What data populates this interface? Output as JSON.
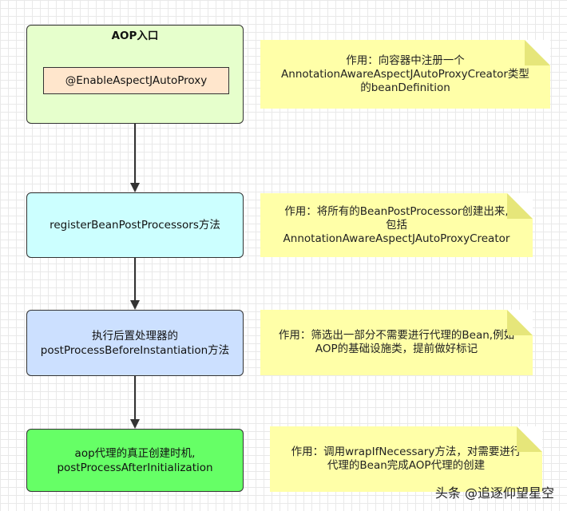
{
  "entry": {
    "title": "AOP入口",
    "annotation": "@EnableAspectJAutoProxy"
  },
  "steps": [
    {
      "lines": [
        "registerBeanPostProcessors方法"
      ],
      "color": "#ccffff"
    },
    {
      "lines": [
        "执行后置处理器的",
        "postProcessBeforeInstantiation方法"
      ],
      "color": "#cce0ff"
    },
    {
      "lines": [
        "aop代理的真正创建时机,",
        "postProcessAfterInitialization"
      ],
      "color": "#66ff66"
    }
  ],
  "notes": [
    {
      "lines": [
        "作用：向容器中注册一个",
        "AnnotationAwareAspectJAutoProxyCreator类型",
        "的beanDefinition"
      ]
    },
    {
      "lines": [
        "作用：将所有的BeanPostProcessor创建出来,",
        "包括",
        "AnnotationAwareAspectJAutoProxyCreator"
      ]
    },
    {
      "lines": [
        "作用：筛选出一部分不需要进行代理的Bean,例如",
        "AOP的基础设施类，提前做好标记"
      ]
    },
    {
      "lines": [
        "作用：调用wrapIfNecessary方法，对需要进行",
        "代理的Bean完成AOP代理的创建"
      ]
    }
  ],
  "colors": {
    "entry_fill": "#e6ffcc",
    "annotation_fill": "#ffe6cc",
    "note_fill": "#ffffa8"
  },
  "watermark": "头条 @追逐仰望星空"
}
